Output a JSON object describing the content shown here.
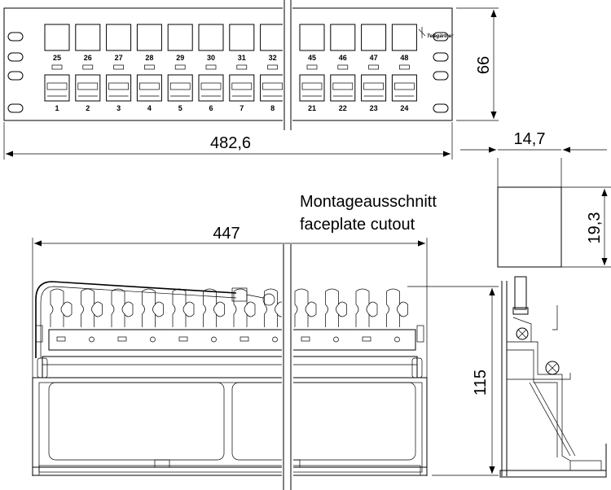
{
  "dimensions": {
    "panel_width": "482,6",
    "panel_height": "66",
    "cutout_width": "14,7",
    "cutout_height": "19,3",
    "mounting_width": "447",
    "depth": "115"
  },
  "notes": {
    "cutout_de": "Montageausschnitt",
    "cutout_en": "faceplate cutout"
  },
  "brand": "Telegärtner",
  "ports": {
    "top_left": [
      "25",
      "26",
      "27",
      "28",
      "29",
      "30",
      "31",
      "32"
    ],
    "top_right": [
      "45",
      "46",
      "47",
      "48"
    ],
    "bottom_left": [
      "1",
      "2",
      "3",
      "4",
      "5",
      "6",
      "7",
      "8"
    ],
    "bottom_right": [
      "21",
      "22",
      "23",
      "24"
    ]
  }
}
